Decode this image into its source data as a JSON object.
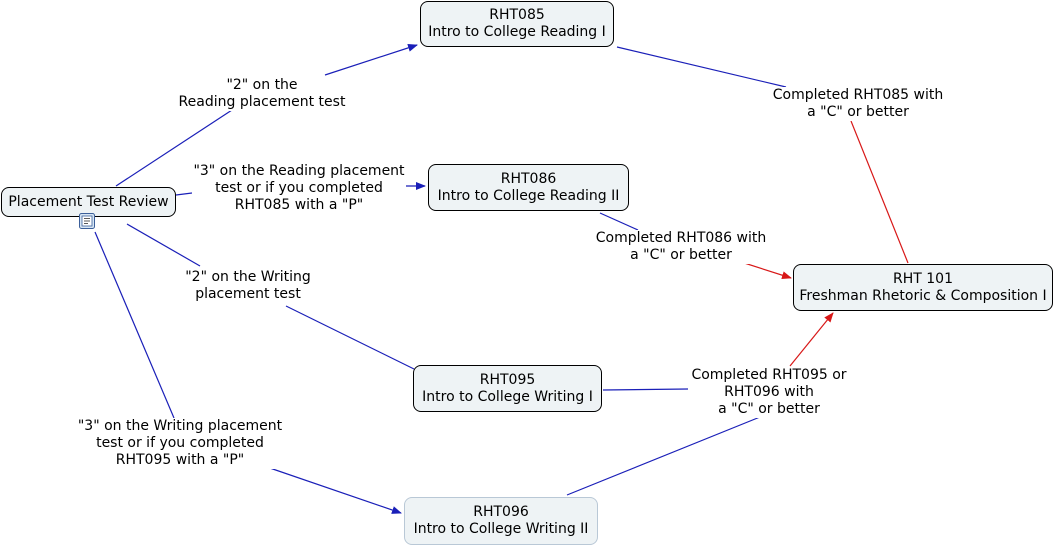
{
  "diagram": {
    "colors": {
      "blue_link": "#1a1fb8",
      "red_link": "#d81818",
      "node_fill": "#eef3f5"
    },
    "nodes": {
      "placement": {
        "line1": "Placement Test Review"
      },
      "rht085": {
        "line1": "RHT085",
        "line2": "Intro to College Reading I"
      },
      "rht086": {
        "line1": "RHT086",
        "line2": "Intro to College Reading II"
      },
      "rht095": {
        "line1": "RHT095",
        "line2": "Intro to College Writing I"
      },
      "rht096": {
        "line1": "RHT096",
        "line2": "Intro to College Writing II"
      },
      "rht101": {
        "line1": "RHT 101",
        "line2": "Freshman Rhetoric & Composition I"
      }
    },
    "links": {
      "reading2": {
        "line1": "\"2\" on the",
        "line2": "Reading placement test"
      },
      "reading3": {
        "line1": "\"3\" on the Reading placement",
        "line2": "test or if you completed",
        "line3": "RHT085 with a \"P\""
      },
      "writing2": {
        "line1": "\"2\" on the Writing",
        "line2": "placement test"
      },
      "writing3": {
        "line1": "\"3\" on the Writing placement",
        "line2": "test or if you completed",
        "line3": "RHT095 with a \"P\""
      },
      "comp085": {
        "line1": "Completed RHT085 with",
        "line2": "a \"C\" or better"
      },
      "comp086": {
        "line1": "Completed RHT086 with",
        "line2": "a \"C\" or better"
      },
      "comp095": {
        "line1": "Completed RHT095 or",
        "line2": "RHT096 with",
        "line3": "a \"C\" or better"
      }
    },
    "icons": {
      "resource": "document-icon"
    }
  }
}
